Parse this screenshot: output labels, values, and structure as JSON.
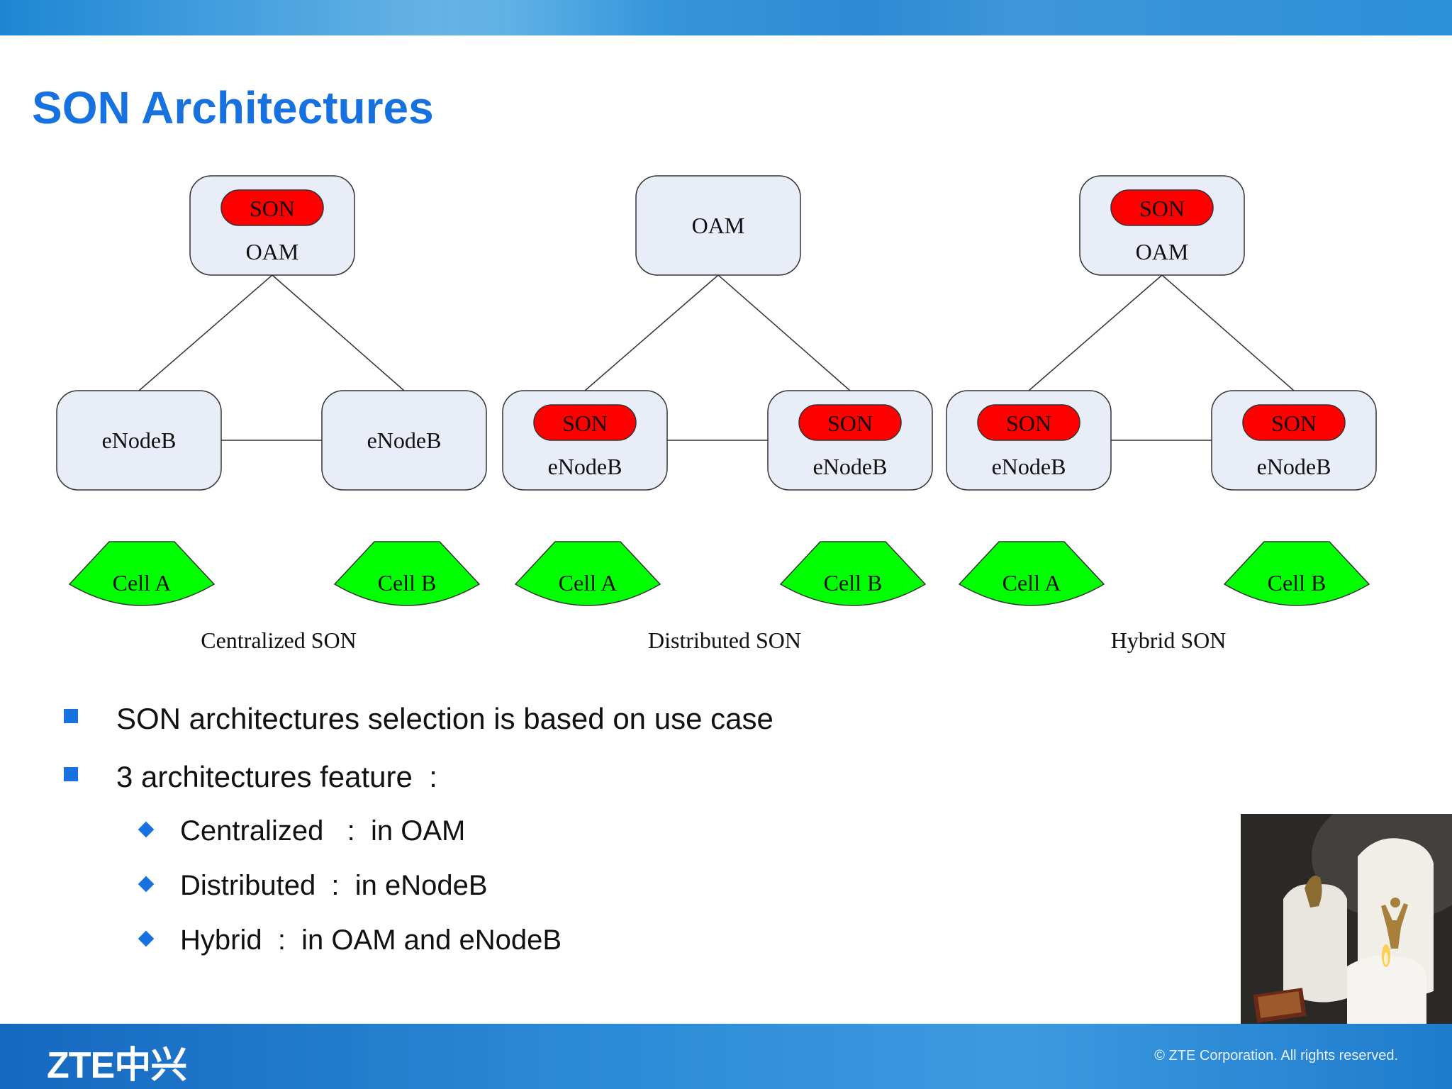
{
  "slide": {
    "title": "SON Architectures"
  },
  "diagrams": [
    {
      "caption": "Centralized SON",
      "oam": {
        "label": "OAM",
        "son": "SON"
      },
      "enodeb_left": {
        "label": "eNodeB",
        "son": ""
      },
      "enodeb_right": {
        "label": "eNodeB",
        "son": ""
      },
      "cell_left": "Cell A",
      "cell_right": "Cell B"
    },
    {
      "caption": "Distributed SON",
      "oam": {
        "label": "OAM",
        "son": ""
      },
      "enodeb_left": {
        "label": "eNodeB",
        "son": "SON"
      },
      "enodeb_right": {
        "label": "eNodeB",
        "son": "SON"
      },
      "cell_left": "Cell A",
      "cell_right": "Cell B"
    },
    {
      "caption": "Hybrid SON",
      "oam": {
        "label": "OAM",
        "son": "SON"
      },
      "enodeb_left": {
        "label": "eNodeB",
        "son": "SON"
      },
      "enodeb_right": {
        "label": "eNodeB",
        "son": "SON"
      },
      "cell_left": "Cell A",
      "cell_right": "Cell B"
    }
  ],
  "bullets": {
    "b1": "SON architectures selection is based on use case",
    "b2": "3 architectures feature  :",
    "sub1": "Centralized   :  in OAM",
    "sub2": "Distributed  :  in eNodeB",
    "sub3": "Hybrid  :  in OAM and eNodeB"
  },
  "footer": {
    "logo": "ZTE中兴",
    "copyright": "© ZTE Corporation. All rights reserved."
  },
  "colors": {
    "accent": "#1772e0",
    "node_fill": "#e8edf7",
    "son_fill": "#ff0000",
    "cell_fill": "#00ff00"
  }
}
